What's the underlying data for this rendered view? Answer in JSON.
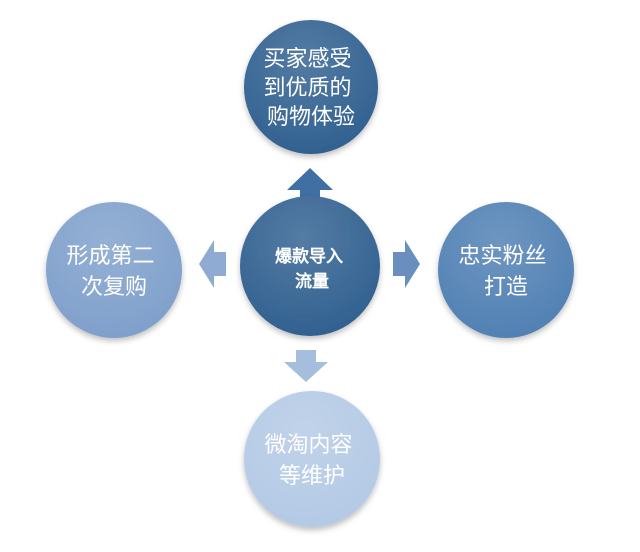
{
  "center": {
    "label": "爆款导入流量"
  },
  "nodes": {
    "top": {
      "label": "买家感受到优质的购物体验"
    },
    "right": {
      "label": "忠实粉丝打造"
    },
    "bottom": {
      "label": "微淘内容等维护"
    },
    "left": {
      "label": "形成第二次复购"
    }
  },
  "colors": {
    "center": "#2f5f8f",
    "top": "#2f5f8f",
    "right": "#4f7fb3",
    "bottom": "#b3c9e5",
    "left": "#7e9fcb",
    "arrow_top": "#3f6fa3",
    "arrow_right": "#6a8fbf",
    "arrow_bottom": "#a6bedd",
    "arrow_left": "#8fabd3"
  }
}
